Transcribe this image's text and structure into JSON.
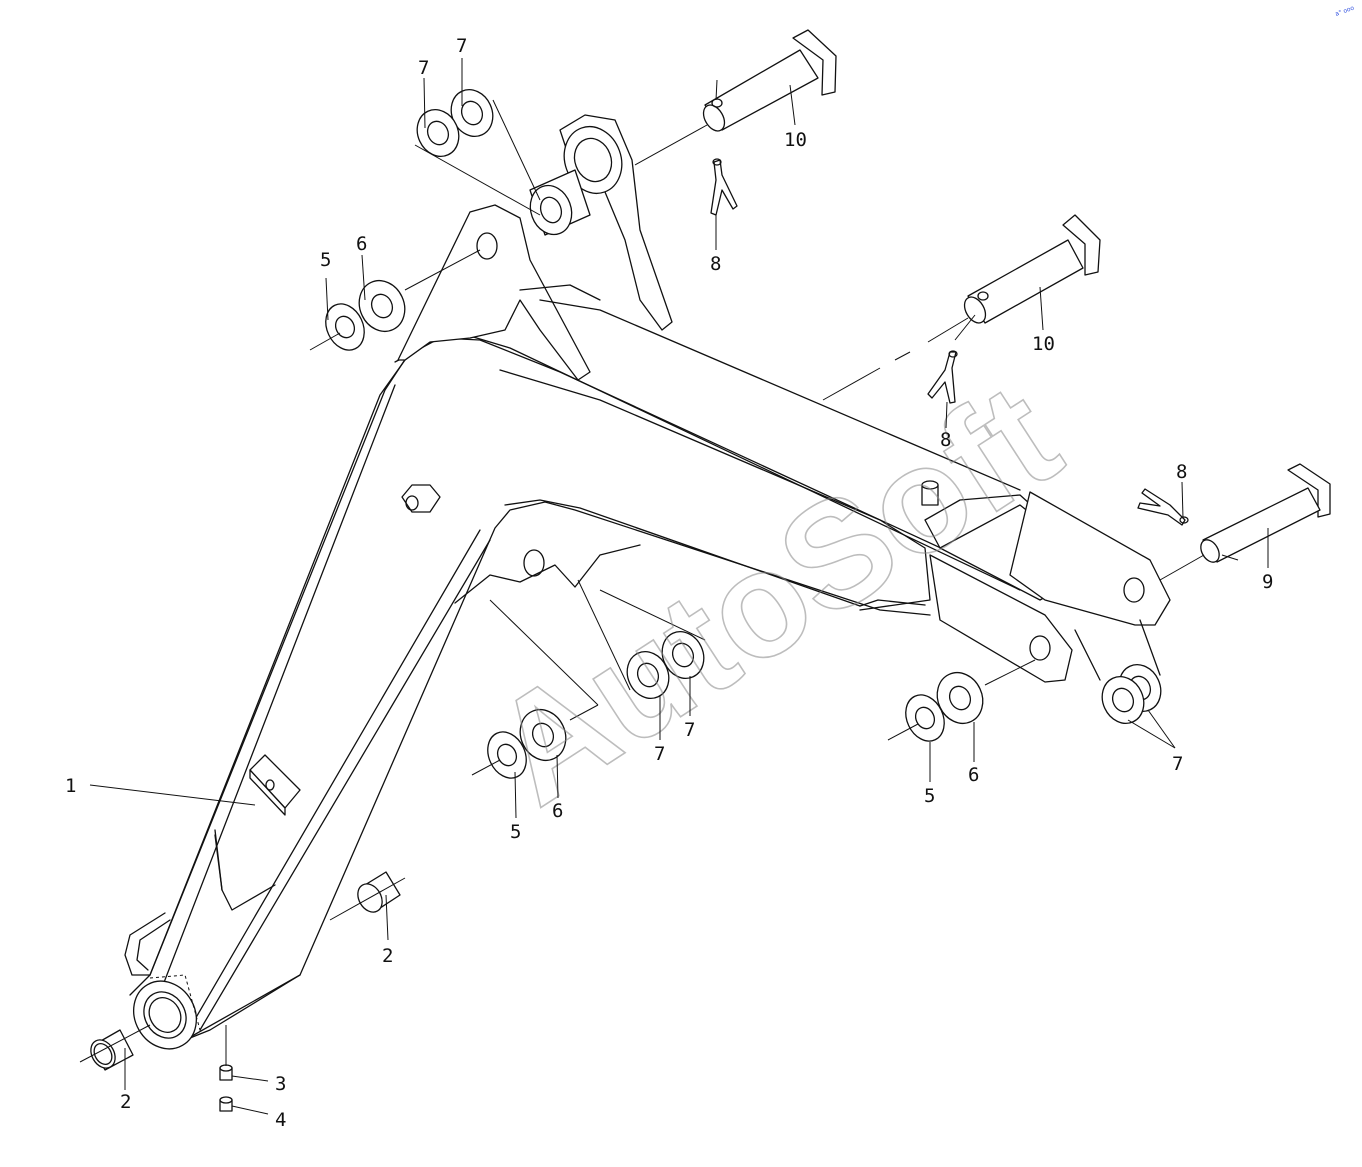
{
  "watermark": "AutoSoft",
  "corner_mark": "a° ooo",
  "callouts": [
    {
      "id": "c1",
      "text": "1"
    },
    {
      "id": "c2a",
      "text": "2"
    },
    {
      "id": "c2b",
      "text": "2"
    },
    {
      "id": "c3",
      "text": "3"
    },
    {
      "id": "c4",
      "text": "4"
    },
    {
      "id": "c5a",
      "text": "5"
    },
    {
      "id": "c5b",
      "text": "5"
    },
    {
      "id": "c5c",
      "text": "5"
    },
    {
      "id": "c6a",
      "text": "6"
    },
    {
      "id": "c6b",
      "text": "6"
    },
    {
      "id": "c6c",
      "text": "6"
    },
    {
      "id": "c7a",
      "text": "7"
    },
    {
      "id": "c7b",
      "text": "7"
    },
    {
      "id": "c7c",
      "text": "7"
    },
    {
      "id": "c7d",
      "text": "7"
    },
    {
      "id": "c7e",
      "text": "7"
    },
    {
      "id": "c8a",
      "text": "8"
    },
    {
      "id": "c8b",
      "text": "8"
    },
    {
      "id": "c8c",
      "text": "8"
    },
    {
      "id": "c9",
      "text": "9"
    },
    {
      "id": "c10a",
      "text": "10"
    },
    {
      "id": "c10b",
      "text": "10"
    }
  ]
}
